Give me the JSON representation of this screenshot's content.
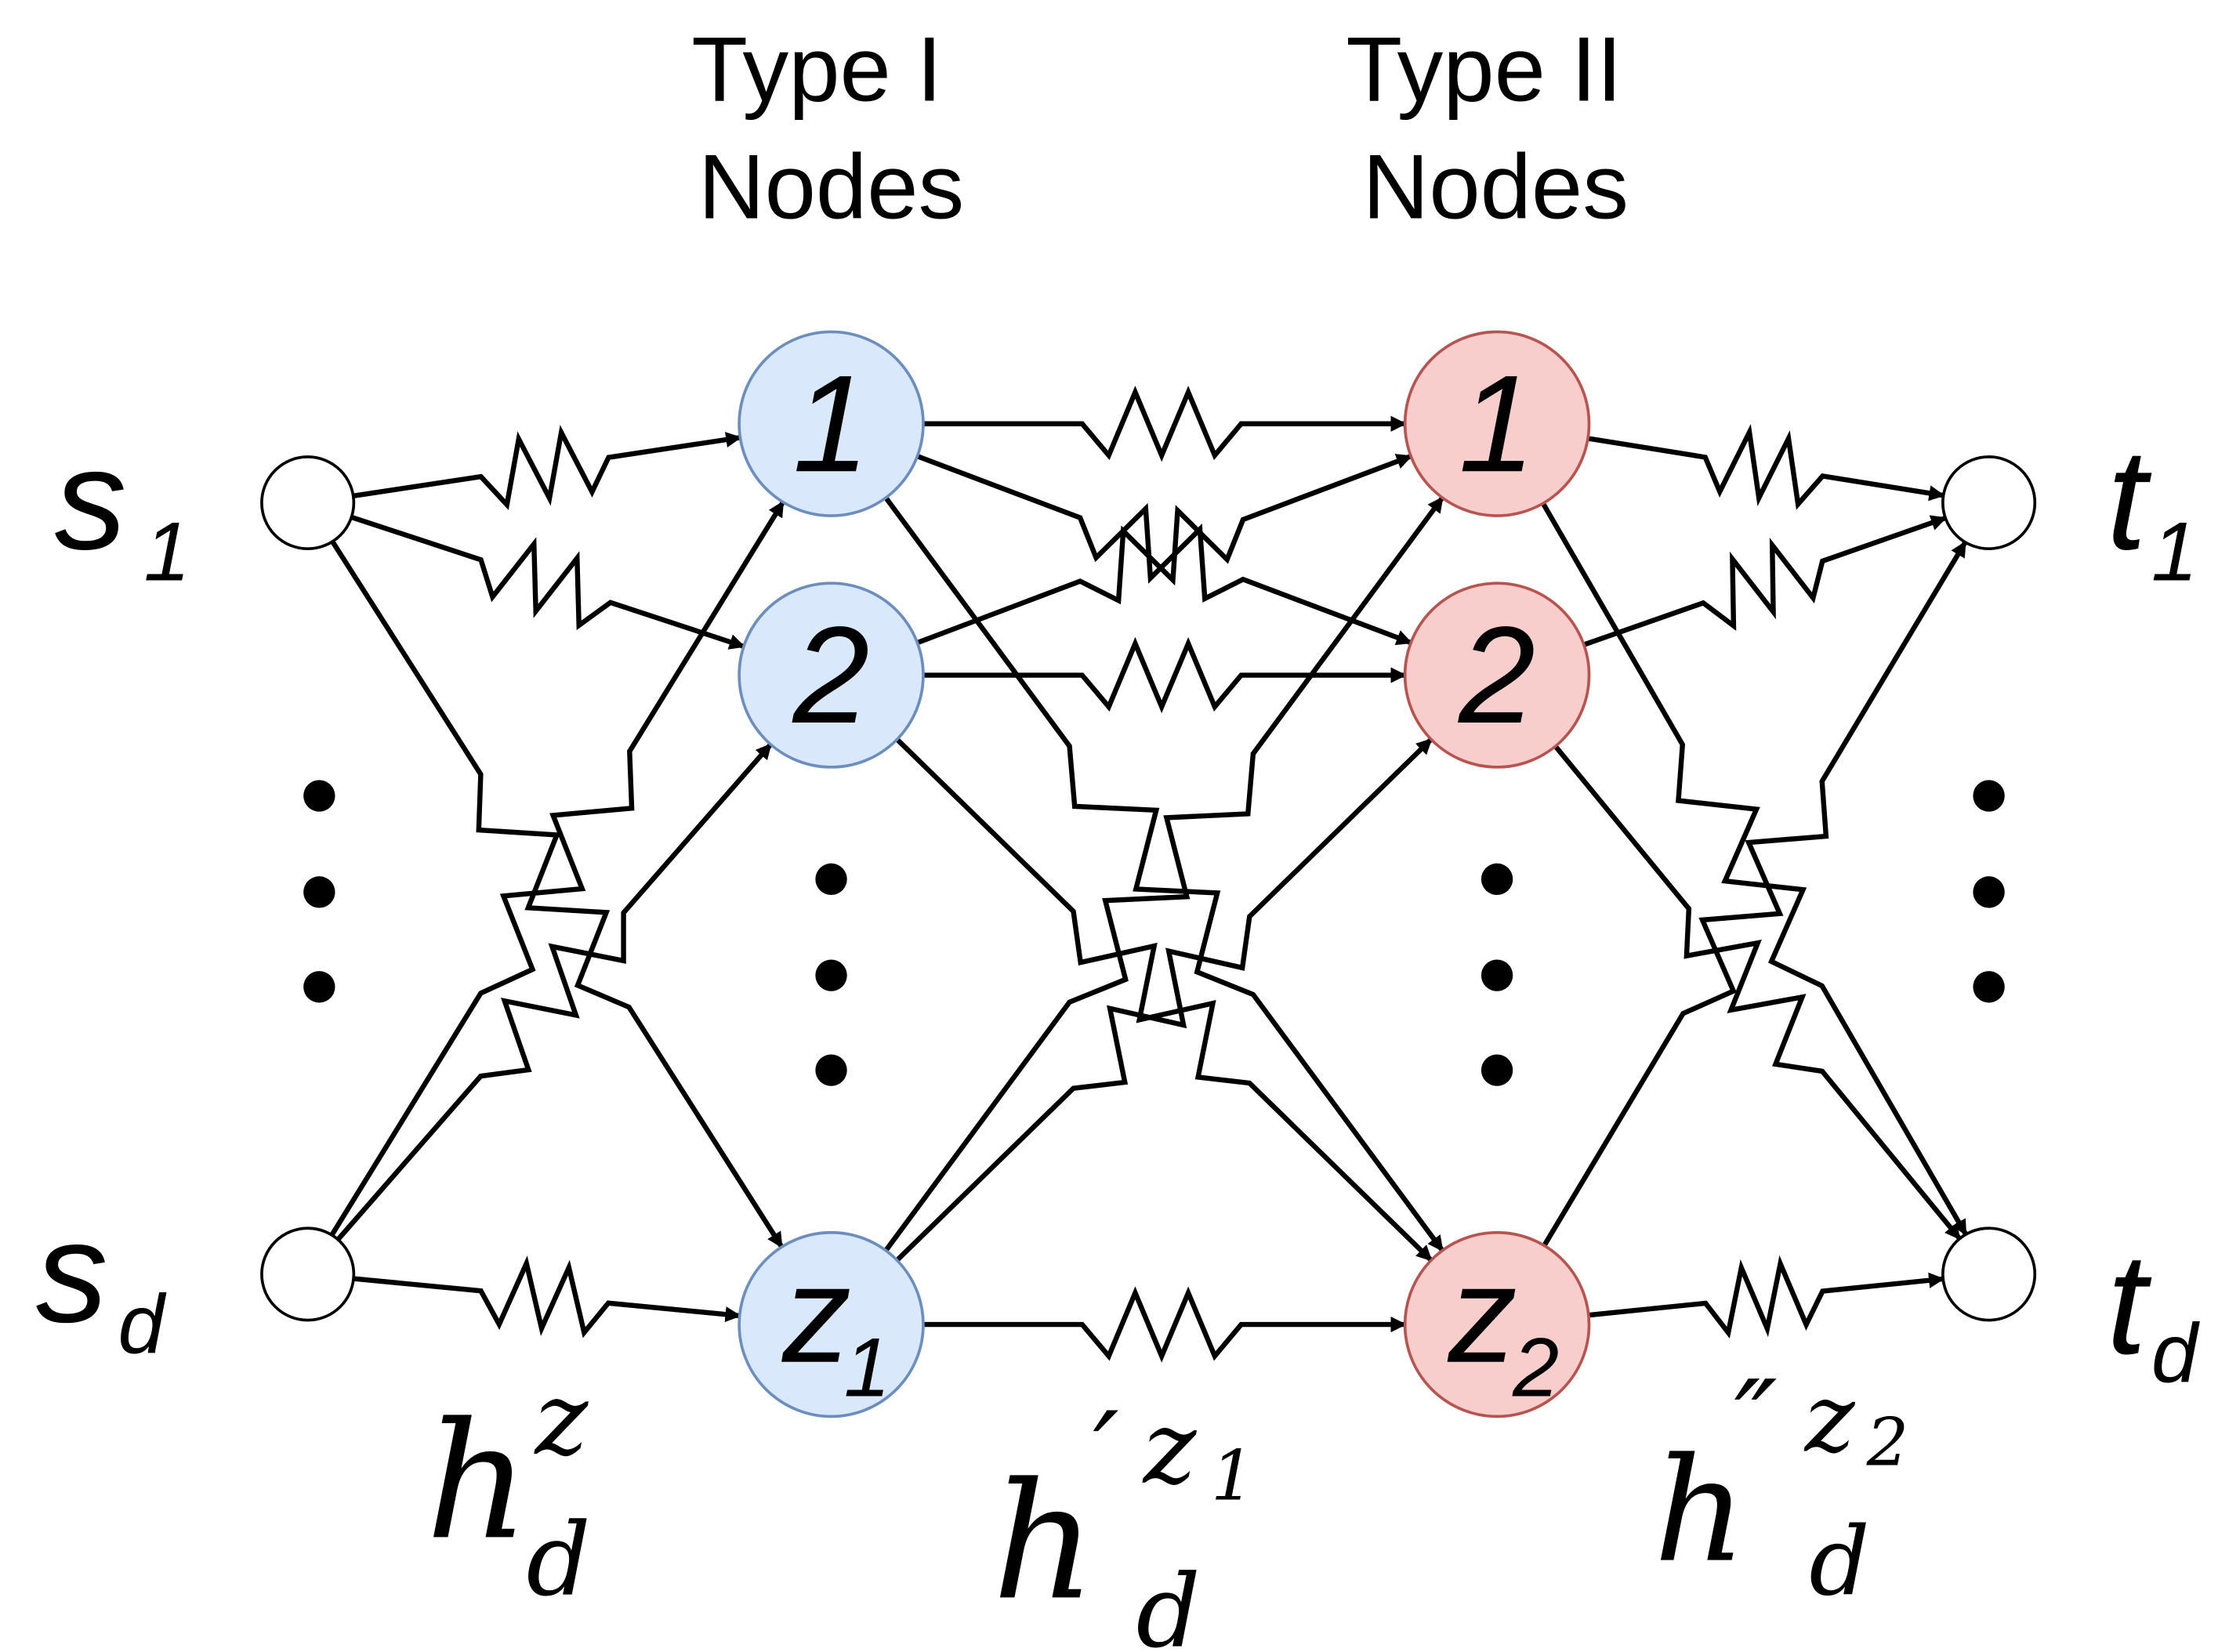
{
  "headers": {
    "type1": [
      "Type I",
      "Nodes"
    ],
    "type2": [
      "Type II",
      "Nodes"
    ]
  },
  "sources": [
    {
      "main": "s",
      "sub": "1"
    },
    {
      "main": "s",
      "sub": "d"
    }
  ],
  "sinks": [
    {
      "main": "t",
      "sub": "1"
    },
    {
      "main": "t",
      "sub": "d"
    }
  ],
  "type1_nodes": [
    {
      "main": "1",
      "sub": ""
    },
    {
      "main": "2",
      "sub": ""
    },
    {
      "main": "z",
      "sub": "1"
    }
  ],
  "type2_nodes": [
    {
      "main": "1",
      "sub": ""
    },
    {
      "main": "2",
      "sub": ""
    },
    {
      "main": "z",
      "sub": "2"
    }
  ],
  "channel_labels": {
    "h1": {
      "base": "h",
      "sup": "z",
      "sub": "d"
    },
    "h2": {
      "base": "h",
      "prime": "′",
      "sup": "z",
      "supsub": "1",
      "sub": "d"
    },
    "h3": {
      "base": "h",
      "prime": "″",
      "sup": "z",
      "supsub": "2",
      "sub": "d"
    }
  },
  "colors": {
    "type1_fill": "#dae8fc",
    "type1_stroke": "#6c8ebf",
    "type2_fill": "#f8cecc",
    "type2_stroke": "#b85450",
    "endpoint_fill": "#ffffff",
    "endpoint_stroke": "#000000"
  }
}
